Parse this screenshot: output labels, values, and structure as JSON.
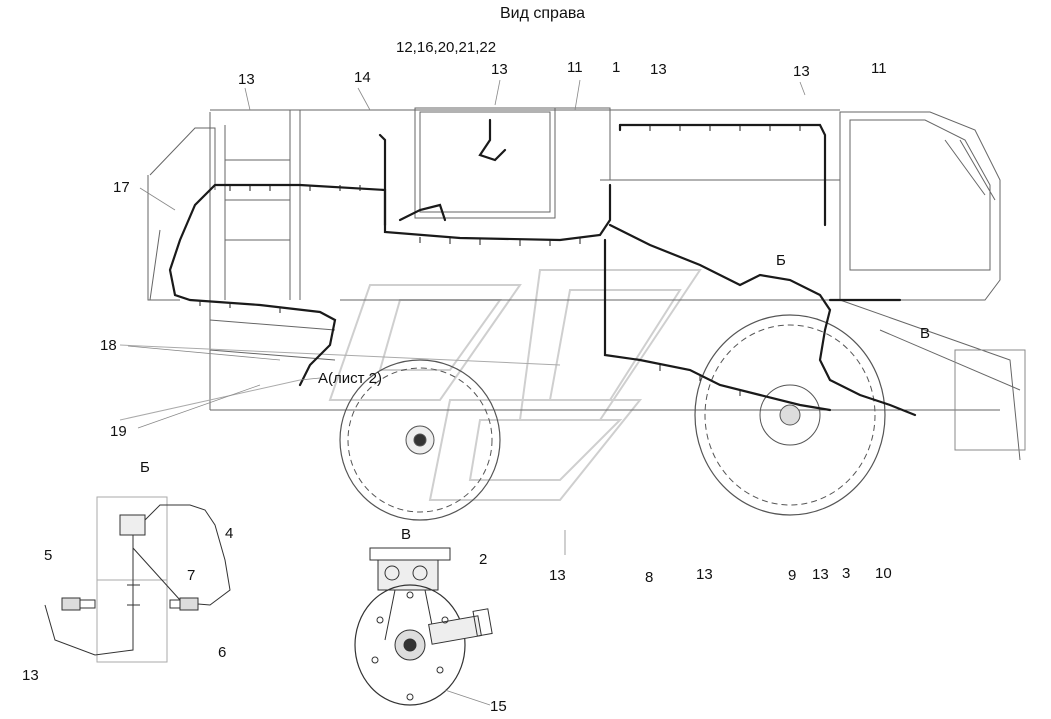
{
  "title": "Вид справа",
  "callouts": {
    "group_top": "12,16,20,21,22",
    "c13_a": "13",
    "c14": "14",
    "c13_b": "13",
    "c11_a": "11",
    "c1": "1",
    "c13_c": "13",
    "c13_d": "13",
    "c11_b": "11",
    "c17": "17",
    "view_b_mark": "Б",
    "view_v_mark": "В",
    "c18": "18",
    "view_a_ref": "А(лист 2)",
    "c19": "19"
  },
  "detail_b": {
    "title": "Б",
    "c4": "4",
    "c5": "5",
    "c7": "7",
    "c6": "6",
    "c13": "13"
  },
  "detail_v": {
    "title": "В",
    "c2": "2",
    "c15": "15"
  },
  "bottom_row": {
    "c13_a": "13",
    "c8": "8",
    "c13_b": "13",
    "c9": "9",
    "c13_c": "13",
    "c3": "3",
    "c10": "10"
  },
  "colors": {
    "line": "#555555",
    "harness": "#1a1a1a",
    "faint": "#bbbbbb"
  }
}
